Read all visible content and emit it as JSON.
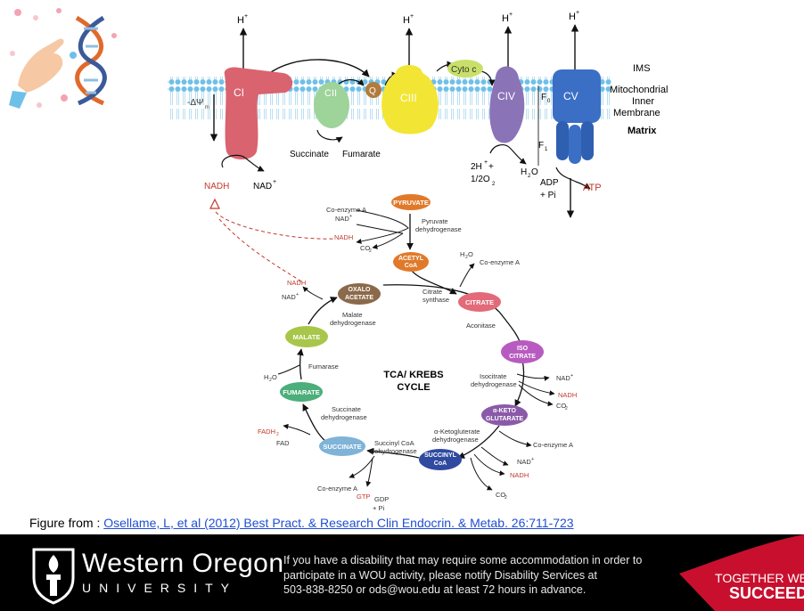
{
  "membrane": {
    "h_plus": "H",
    "h_plus_sup": "+",
    "delta_psi": "-ΔΨ",
    "delta_psi_sub": "m",
    "complexes": [
      "CI",
      "CII",
      "Q",
      "CIII",
      "Cyto c",
      "CIV",
      "CV"
    ],
    "f0": "F",
    "f0_sub": "0",
    "f1": "F",
    "f1_sub": "1",
    "ims": "IMS",
    "inner_membrane": [
      "Mitochondrial",
      "Inner",
      "Membrane"
    ],
    "matrix": "Matrix",
    "succinate": "Succinate",
    "fumarate": "Fumarate",
    "nadh": "NADH",
    "nad_plus": "NAD",
    "two_h": "2H",
    "two_h_plus": "+",
    "two_h_tail": " +",
    "half_o2": "1/2O",
    "half_o2_sub": "2",
    "h2o_h": "H",
    "h2o_sub": "2",
    "h2o_o": "O",
    "adp": "ADP",
    "pi": "+ Pi",
    "atp": "ATP"
  },
  "tca": {
    "title_line1": "TCA/ KREBS",
    "title_line2": "CYCLE",
    "pyruvate": "PYRUVATE",
    "acetyl": [
      "ACETYL",
      "CoA"
    ],
    "citrate": "CITRATE",
    "iso_citrate": [
      "ISO",
      "CITRATE"
    ],
    "keto": [
      "α-KETO",
      "GLUTARATE"
    ],
    "succinyl_coa": [
      "SUCCINYL",
      "CoA"
    ],
    "succinate": "SUCCINATE",
    "fumarate": "FUMARATE",
    "malate": "MALATE",
    "oxalo": [
      "OXALO",
      "ACETATE"
    ],
    "enzymes": {
      "pdh": [
        "Pyruvate",
        "dehydrogenase"
      ],
      "cs": [
        "Citrate",
        "synthase"
      ],
      "aconitase": "Aconitase",
      "idh": [
        "Isocitrate",
        "dehydrogenase"
      ],
      "akg": [
        "α-Ketogluterate",
        "dehydrogenase"
      ],
      "scs": [
        "Succinyl CoA",
        "dehydrogenase"
      ],
      "sdh": [
        "Succinate",
        "dehydrogenase"
      ],
      "fumarase": "Fumarase",
      "mdh": [
        "Malate",
        "dehydrogenase"
      ]
    },
    "cofactors": {
      "coenzyme_a": "Co-enzyme A",
      "nad_plus": "NAD",
      "plus_sup": "+",
      "nadh": "NADH",
      "co2": "CO",
      "co2_sub": "2",
      "h2o_h": "H",
      "h2o_o": "O",
      "fadh2": "FADH",
      "fad": "FAD",
      "gtp": "GTP",
      "gdp": "GDP",
      "pi": "+ Pi"
    }
  },
  "caption": {
    "prefix": "Figure from : ",
    "link": "Osellame, L, et al (2012) Best Pract. & Research Clin Endocrin. & Metab. 26:711-723"
  },
  "footer": {
    "university_name": "Western Oregon",
    "university_sub": "UNIVERSITY",
    "notice_lines": [
      "If you have a disability that may require some accommodation in order to",
      "participate in a WOU activity, please notify Disability Services at",
      "503-838-8250 or ods@wou.edu at least 72 hours in advance."
    ],
    "tagline_line1": "TOGETHER WE",
    "tagline_line2": "SUCCEED"
  },
  "colors": {
    "nadh_red": "#c0392b",
    "wou_red": "#c8102e",
    "link_blue": "#1f4fd1"
  }
}
